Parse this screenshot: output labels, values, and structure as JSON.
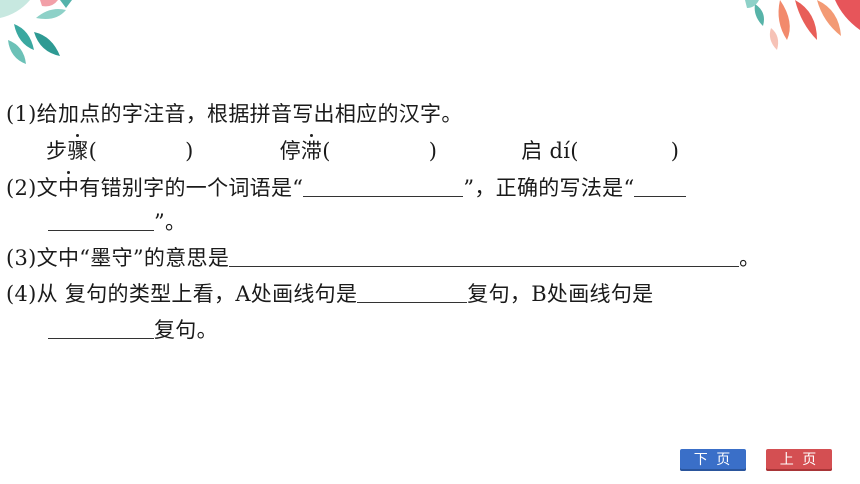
{
  "questions": {
    "q1": {
      "text": "(1)给加点的字注音，根据拼音写出相应的汉字。",
      "word1_a": "步",
      "word1_b": "骤",
      "word2_a": "停",
      "word2_b": "滞",
      "word3": "启 dí",
      "lp": "(",
      "rp": ")"
    },
    "q2": {
      "prefix": "(2)文",
      "dot_char": "中",
      "mid": "有错别字的一个词语是“",
      "mid2": "”，正确的写法是“",
      "end": "”。"
    },
    "q3": {
      "prefix": "(3)文中“墨守”的意思是",
      "end": "。"
    },
    "q4": {
      "prefix": "(4)从 复句的类型上看，A处画线句是",
      "mid": "复句，B处画线句是",
      "end": "复句。"
    }
  },
  "nav": {
    "next_label": "下 页",
    "prev_label": "上 页"
  },
  "colors": {
    "next_button": "#3a6fc8",
    "prev_button": "#d44f52"
  }
}
